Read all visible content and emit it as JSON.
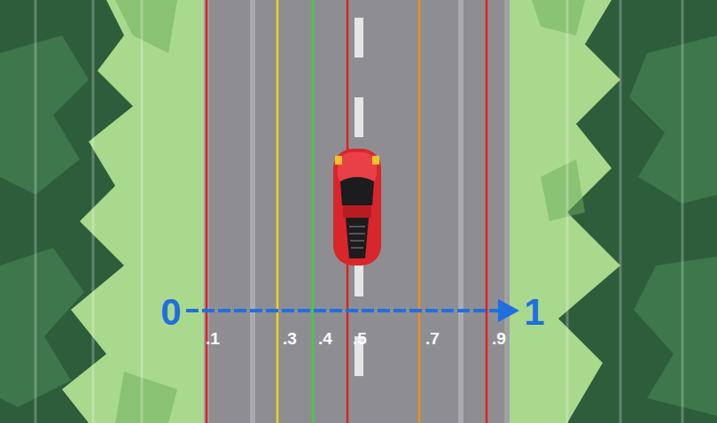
{
  "diagram": {
    "labels": [
      "0",
      "1",
      ".1",
      ".3",
      ".4",
      ".5",
      ".7",
      ".9"
    ]
  }
}
